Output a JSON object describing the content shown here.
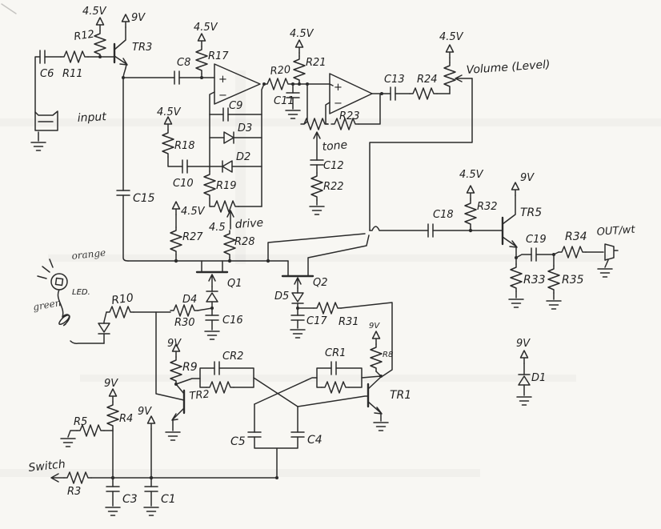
{
  "colors": {
    "ink": "#2b2b2b",
    "paper": "#f8f7f3"
  },
  "power": {
    "v45": "4.5V",
    "v9": "9V"
  },
  "components": {
    "c1": "C1",
    "c3": "C3",
    "c4": "C4",
    "c5": "C5",
    "c6": "C6",
    "c8": "C8",
    "c9": "C9",
    "c10": "C10",
    "c11": "C11",
    "c12": "C12",
    "c13": "C13",
    "c15": "C15",
    "c16": "C16",
    "c17": "C17",
    "c18": "C18",
    "c19": "C19",
    "r3": "R3",
    "r4": "R4",
    "r5": "R5",
    "r8": "R8",
    "r9": "R9",
    "r10": "R10",
    "r11": "R11",
    "r12": "R12",
    "r17": "R17",
    "r18": "R18",
    "r19": "R19",
    "r20": "R20",
    "r21": "R21",
    "r22": "R22",
    "r23": "R23",
    "r24": "R24",
    "r27": "R27",
    "r28": "R28",
    "r30": "R30",
    "r31": "R31",
    "r32": "R32",
    "r33": "R33",
    "r34": "R34",
    "r35": "R35",
    "d1": "D1",
    "d2": "D2",
    "d3": "D3",
    "d4": "D4",
    "d5": "D5",
    "cr1": "CR1",
    "cr2": "CR2",
    "tr1": "TR1",
    "tr2": "TR2",
    "tr3": "TR3",
    "tr5": "TR5",
    "q1": "Q1",
    "q2": "Q2"
  },
  "annotations": {
    "input": "input",
    "switch": "Switch",
    "volume": "Volume (Level)",
    "tone": "tone",
    "drive_level": "4.5",
    "drive": "drive",
    "out": "OUT/wt",
    "led": "LED.",
    "green": "green",
    "orange": "orange",
    "plus": "+",
    "minus": "−"
  }
}
